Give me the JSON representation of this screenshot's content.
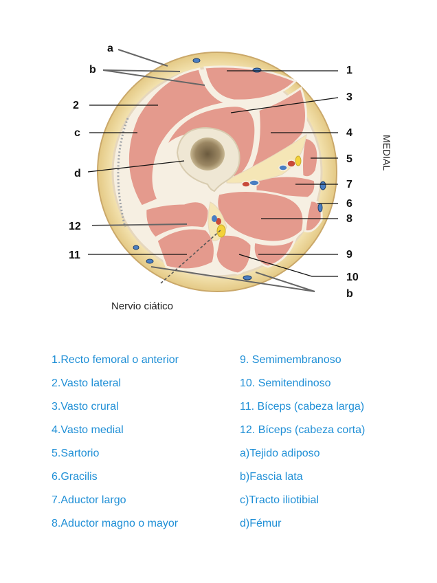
{
  "figure": {
    "side_label": "MEDIAL",
    "nerve_label": "Nervio ciático",
    "callouts": {
      "a": "a",
      "b_top": "b",
      "c": "c",
      "d": "d",
      "n1": "1",
      "n2": "2",
      "n3": "3",
      "n4": "4",
      "n5": "5",
      "n6": "6",
      "n7": "7",
      "n8": "8",
      "n9": "9",
      "n10": "10",
      "n11": "11",
      "n12": "12",
      "b_bottom": "b"
    }
  },
  "legend": {
    "left": [
      "1.Recto femoral o anterior",
      "2.Vasto lateral",
      "3.Vasto crural",
      "4.Vasto medial",
      "5.Sartorio",
      "6.Gracilis",
      "7.Aductor largo",
      "8.Aductor magno o mayor"
    ],
    "right": [
      "9.   Semimembranoso",
      "10. Semitendinoso",
      "11. Bíceps (cabeza larga)",
      "12. Bíceps (cabeza corta)",
      "a)Tejido adiposo",
      "b)Fascia lata",
      "c)Tracto iliotibial",
      "d)Fémur"
    ]
  },
  "colors": {
    "legend_text": "#1f8fd6",
    "fat": "#f1dca1",
    "muscle": "#e49a8d",
    "fascia": "#f6efe2",
    "bone": "#efe7d4",
    "marrow": "#8f7b5a"
  }
}
